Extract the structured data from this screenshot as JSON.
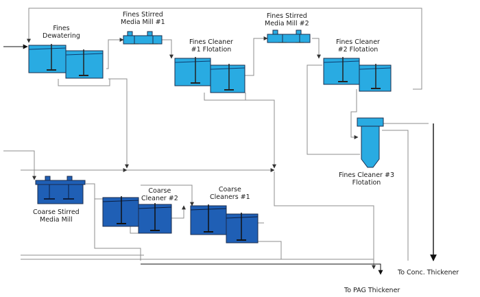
{
  "labels": {
    "fines_dewatering": [
      "Fines",
      "Dewatering"
    ],
    "fines_mill_1": [
      "Fines Stirred",
      "Media Mill #1"
    ],
    "fines_cleaner_1": [
      "Fines Cleaner",
      "#1 Flotation"
    ],
    "fines_mill_2": [
      "Fines Stirred",
      "Media Mill #2"
    ],
    "fines_cleaner_2": [
      "Fines Cleaner",
      "#2 Flotation"
    ],
    "fines_cleaner_3": [
      "Fines Cleaner #3",
      "Flotation"
    ],
    "coarse_mill": [
      "Coarse Stirred",
      "Media Mill"
    ],
    "coarse_cleaner_2": [
      "Coarse",
      "Cleaner #2"
    ],
    "coarse_cleaners_1": [
      "Coarse",
      "Cleaners #1"
    ],
    "to_conc_thickener": "To Conc. Thickener",
    "to_pag_thickener": "To PAG Thickener"
  },
  "colors": {
    "fines_equipment": "#29abe2",
    "coarse_equipment": "#1f5fb5",
    "outline": "#1b2b4a",
    "line": "#8a8a8a",
    "arrow": "#1a1a1a"
  }
}
